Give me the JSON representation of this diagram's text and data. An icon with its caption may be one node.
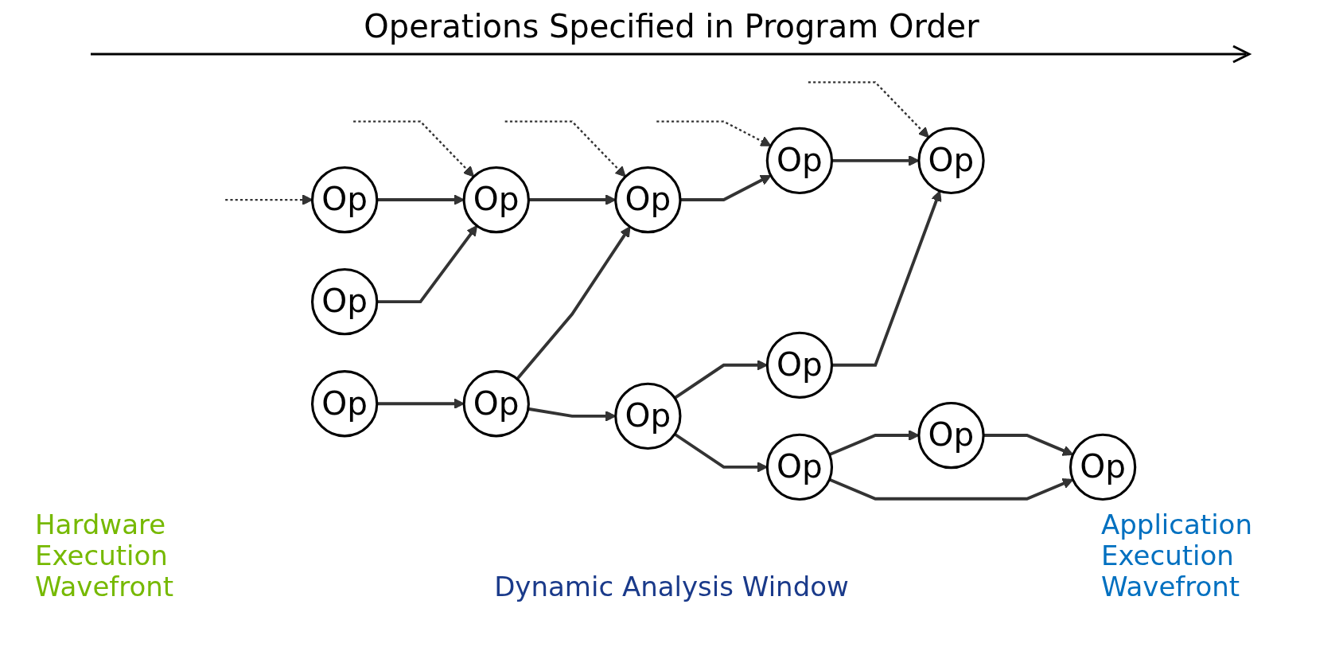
{
  "diagram": {
    "title": "Operations Specified in Program Order",
    "nodes": [
      {
        "text": [
          "Op"
        ]
      },
      {
        "text": [
          "Op"
        ]
      },
      {
        "text": [
          "Op"
        ]
      },
      {
        "text": [
          "Op"
        ]
      },
      {
        "text": [
          "Op"
        ]
      },
      {
        "text": [
          "Op"
        ]
      },
      {
        "text": [
          "Op"
        ]
      },
      {
        "text": [
          "Op"
        ]
      },
      {
        "text": [
          "Op"
        ]
      },
      {
        "text": [
          "Op"
        ]
      },
      {
        "text": [
          "Op"
        ]
      },
      {
        "text": [
          "Op"
        ]
      },
      {
        "text": [
          "Op"
        ]
      }
    ],
    "edges": [
      {
        "from": null,
        "to": 0,
        "arrow": "to",
        "style": "dashed"
      },
      {
        "from": null,
        "to": 3,
        "arrow": "to",
        "style": "dashed"
      },
      {
        "from": null,
        "to": 5,
        "arrow": "to",
        "style": "dashed"
      },
      {
        "from": null,
        "to": 7,
        "arrow": "to",
        "style": "dashed"
      },
      {
        "from": null,
        "to": 10,
        "arrow": "to",
        "style": "dashed"
      },
      {
        "from": 0,
        "to": 3,
        "arrow": "to"
      },
      {
        "from": 1,
        "to": 3,
        "arrow": "to"
      },
      {
        "from": 2,
        "to": 4,
        "arrow": "to"
      },
      {
        "from": 3,
        "to": 5,
        "arrow": "to"
      },
      {
        "from": 4,
        "to": 5,
        "arrow": "to"
      },
      {
        "from": 4,
        "to": 6,
        "arrow": "to"
      },
      {
        "from": 5,
        "to": 7,
        "arrow": "to"
      },
      {
        "from": 7,
        "to": 10,
        "arrow": "to"
      },
      {
        "from": 6,
        "to": 8,
        "arrow": "to"
      },
      {
        "from": 8,
        "to": 10,
        "arrow": "to"
      },
      {
        "from": 6,
        "to": 9,
        "arrow": "to"
      },
      {
        "from": 9,
        "to": 11,
        "arrow": "to"
      },
      {
        "from": 11,
        "to": 12,
        "arrow": "to"
      },
      {
        "from": 9,
        "to": 12,
        "arrow": "to"
      }
    ],
    "labels": [
      "Hardware Execution Wavefront",
      "Dynamic Analysis Window",
      "Application Execution Wavefront"
    ]
  }
}
